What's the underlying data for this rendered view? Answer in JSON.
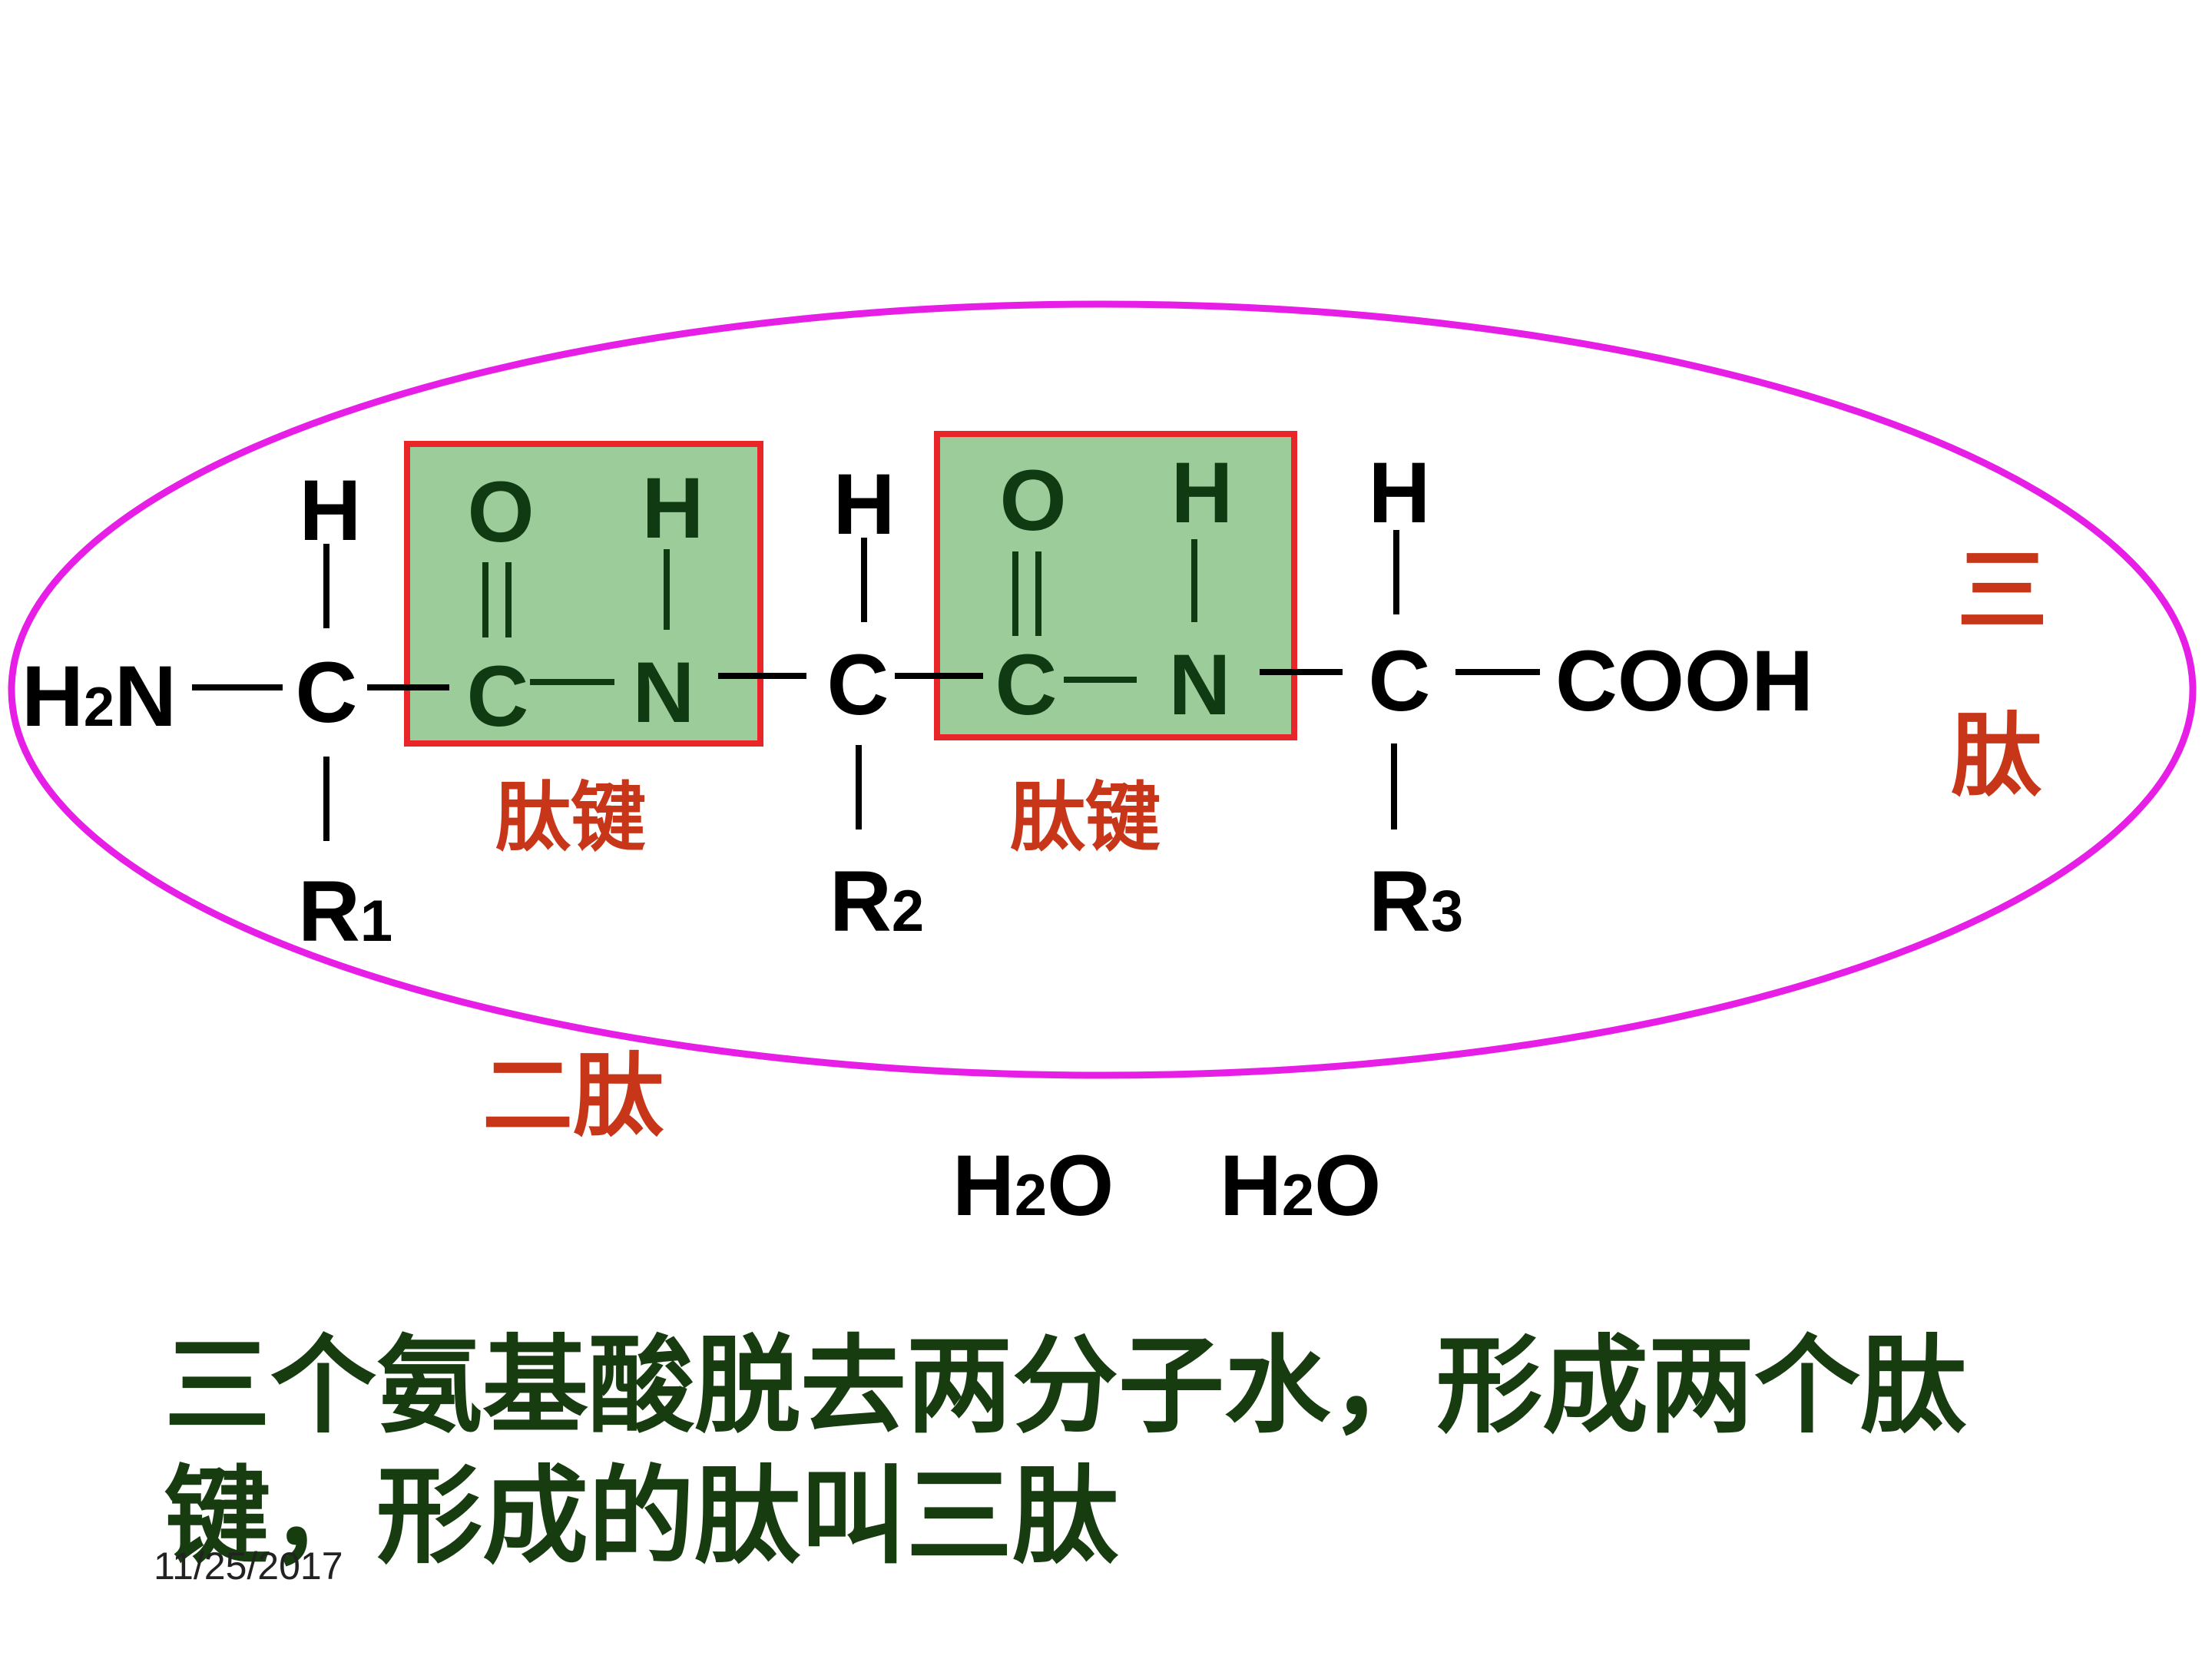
{
  "diagram": {
    "atoms": {
      "h2n": {
        "main": "H",
        "sub": "2",
        "tail": "N"
      },
      "h": "H",
      "c": "C",
      "n": "N",
      "o": "O",
      "cooh": "COOH",
      "r1": {
        "main": "R",
        "sub": "1"
      },
      "r2": {
        "main": "R",
        "sub": "2"
      },
      "r3": {
        "main": "R",
        "sub": "3"
      }
    },
    "peptide_bond_label": "肽键",
    "dipeptide_label": "二肽",
    "tripeptide_label": [
      "三",
      "肽"
    ],
    "water": {
      "main": "H",
      "sub": "2",
      "tail": "O"
    },
    "colors": {
      "ellipse": "#e61ee6",
      "box_fill": "#9dcc9b",
      "box_stroke": "#e8262a",
      "red_label": "#c8361a",
      "green_text": "#0f3a12"
    }
  },
  "caption": "三个氨基酸脱去两分子水，形成两个肽键，形成的肽叫三肽",
  "date": "11/25/2017"
}
